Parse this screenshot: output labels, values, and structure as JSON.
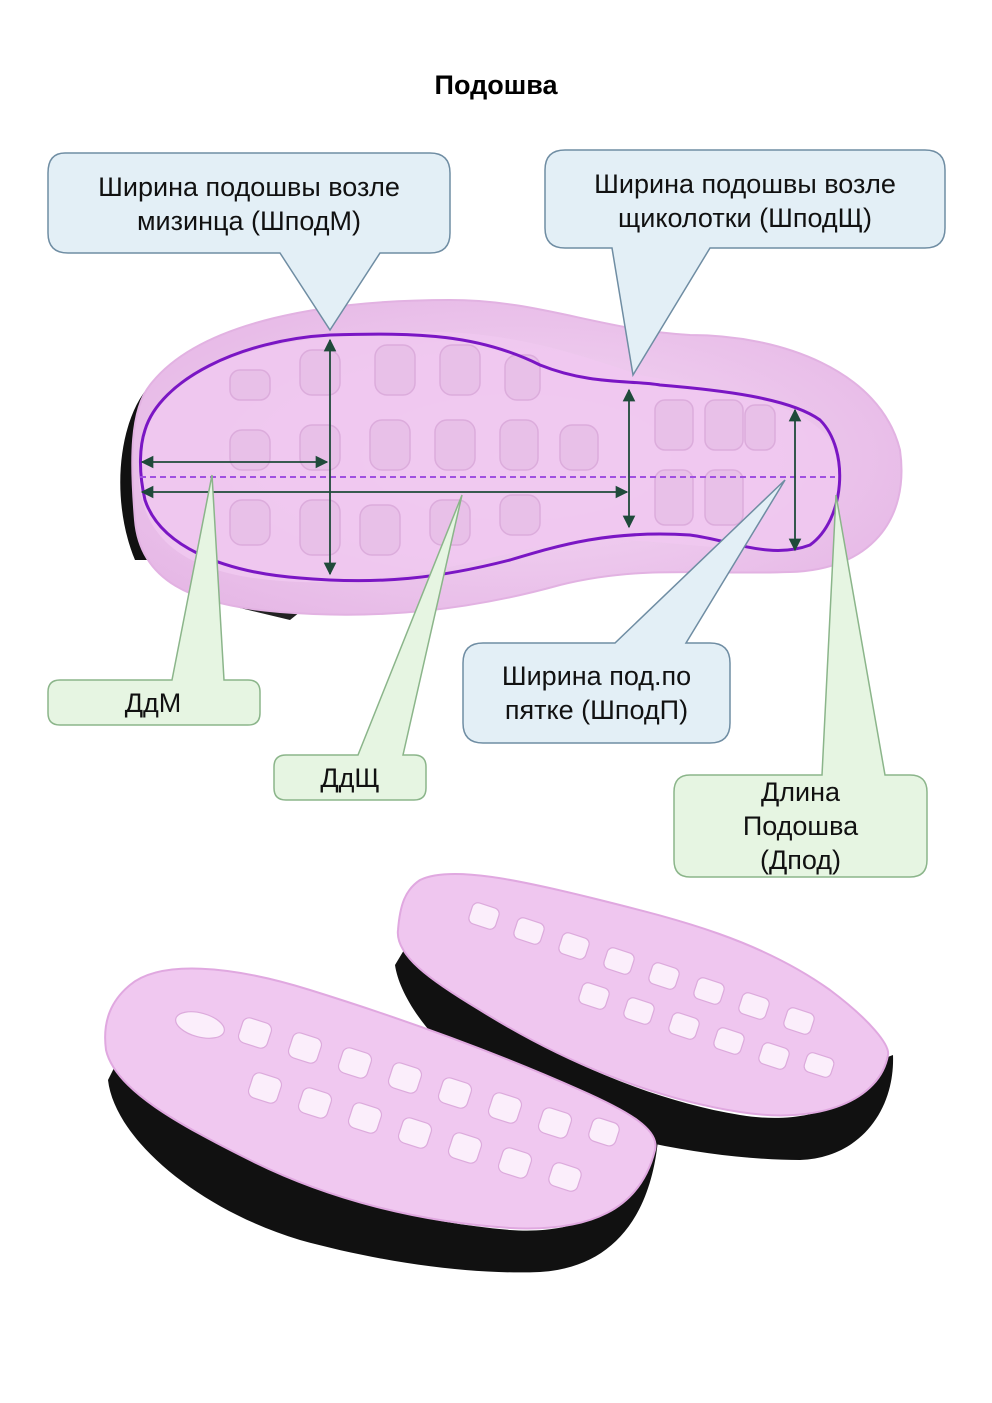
{
  "title": "Подошва",
  "callouts": {
    "width_little_toe": {
      "line1": "Ширина подошвы возле",
      "line2": "мизинца (ШподМ)"
    },
    "width_ankle": {
      "line1": "Ширина подошвы возле",
      "line2": "щиколотки (ШподЩ)"
    },
    "width_heel": {
      "line1": "Ширина под.по",
      "line2": "пятке (ШподП)"
    },
    "length_little_toe": {
      "text": "ДдМ"
    },
    "length_ankle": {
      "text": "ДдЩ"
    },
    "sole_length": {
      "line1": "Длина",
      "line2": "Подошва",
      "line3": "(Дпод)"
    }
  },
  "colors": {
    "sole_pink": "#eec9ee",
    "sole_inner": "#f3d3f3",
    "outline_purple": "#7a16c4",
    "arrow": "#1f4a3a",
    "callout_blue_fill": "#e3eff6",
    "callout_blue_stroke": "#6f8da3",
    "callout_green_fill": "#e6f5e2",
    "callout_green_stroke": "#8bb58a",
    "outsole_black": "#111111"
  },
  "icons": [
    "double-arrow-icon",
    "sole-outline",
    "shoe-sole-photo"
  ]
}
